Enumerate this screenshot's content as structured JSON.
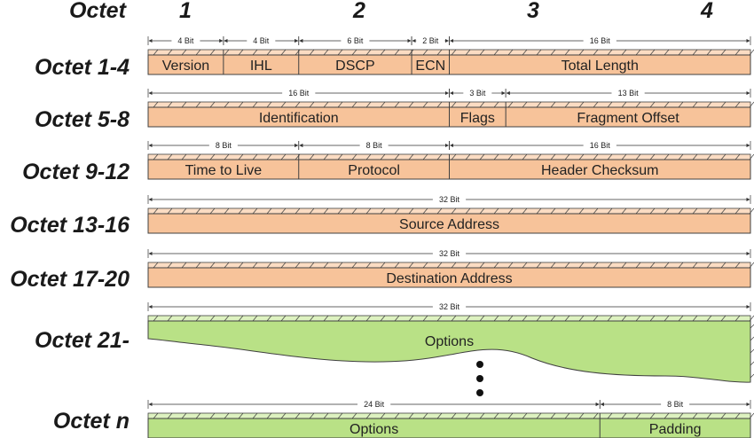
{
  "header": {
    "label": "Octet",
    "columns": [
      "1",
      "2",
      "3",
      "4"
    ]
  },
  "colors": {
    "field": "#F7C39A",
    "field_top": "#FBDCC3",
    "options": "#B9E186",
    "options_top": "#DDF2C0",
    "outline": "#404040"
  },
  "rows": [
    {
      "label": "Octet 1-4",
      "kind": "field",
      "fields": [
        {
          "name": "Version",
          "bits": "4 Bit"
        },
        {
          "name": "IHL",
          "bits": "4 Bit"
        },
        {
          "name": "DSCP",
          "bits": "6 Bit"
        },
        {
          "name": "ECN",
          "bits": "2 Bit"
        },
        {
          "name": "Total Length",
          "bits": "16 Bit"
        }
      ]
    },
    {
      "label": "Octet 5-8",
      "kind": "field",
      "fields": [
        {
          "name": "Identification",
          "bits": "16 Bit"
        },
        {
          "name": "Flags",
          "bits": "3 Bit"
        },
        {
          "name": "Fragment Offset",
          "bits": "13 Bit"
        }
      ]
    },
    {
      "label": "Octet 9-12",
      "kind": "field",
      "fields": [
        {
          "name": "Time to Live",
          "bits": "8 Bit"
        },
        {
          "name": "Protocol",
          "bits": "8 Bit"
        },
        {
          "name": "Header Checksum",
          "bits": "16 Bit"
        }
      ]
    },
    {
      "label": "Octet 13-16",
      "kind": "field",
      "fields": [
        {
          "name": "Source Address",
          "bits": "32 Bit"
        }
      ]
    },
    {
      "label": "Octet 17-20",
      "kind": "field",
      "fields": [
        {
          "name": "Destination Address",
          "bits": "32 Bit"
        }
      ]
    },
    {
      "label": "Octet 21-",
      "kind": "options",
      "fields": [
        {
          "name": "Options",
          "bits": "32 Bit"
        }
      ]
    },
    {
      "label": "Octet n",
      "kind": "options",
      "fields": [
        {
          "name": "Options",
          "bits": "24 Bit"
        },
        {
          "name": "Padding",
          "bits": "8 Bit"
        }
      ]
    }
  ]
}
